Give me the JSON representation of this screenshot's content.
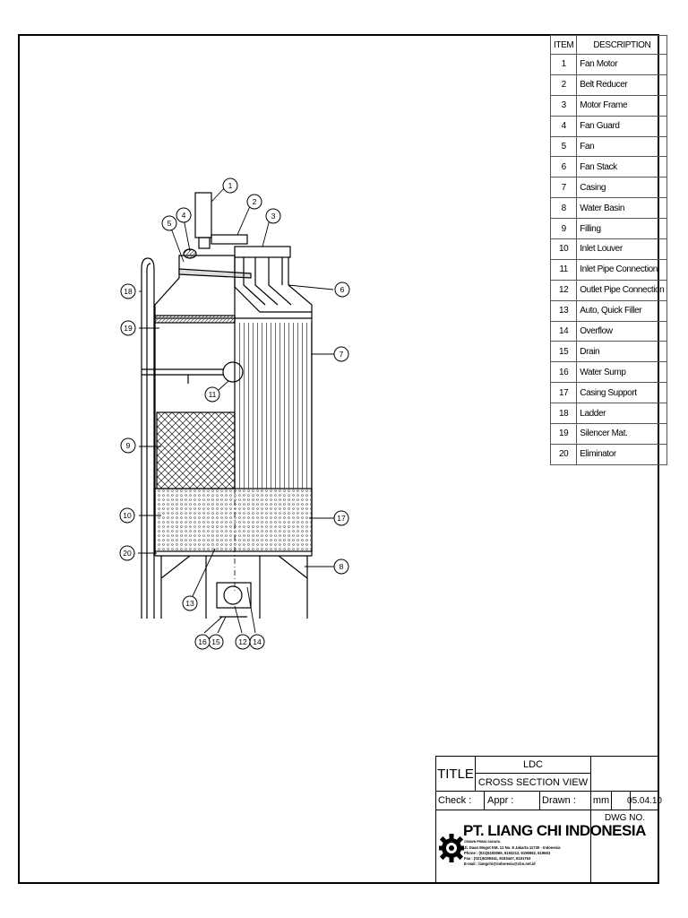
{
  "parts": {
    "header_item": "ITEM",
    "header_description": "DESCRIPTION",
    "rows": [
      {
        "no": "1",
        "desc": "Fan Motor"
      },
      {
        "no": "2",
        "desc": "Belt Reducer"
      },
      {
        "no": "3",
        "desc": "Motor Frame"
      },
      {
        "no": "4",
        "desc": "Fan Guard"
      },
      {
        "no": "5",
        "desc": "Fan"
      },
      {
        "no": "6",
        "desc": "Fan Stack"
      },
      {
        "no": "7",
        "desc": "Casing"
      },
      {
        "no": "8",
        "desc": "Water Basin"
      },
      {
        "no": "9",
        "desc": "Filling"
      },
      {
        "no": "10",
        "desc": "Inlet Louver"
      },
      {
        "no": "11",
        "desc": "Inlet Pipe Connection"
      },
      {
        "no": "12",
        "desc": "Outlet Pipe Connection"
      },
      {
        "no": "13",
        "desc": "Auto, Quick Filler"
      },
      {
        "no": "14",
        "desc": "Overflow"
      },
      {
        "no": "15",
        "desc": "Drain"
      },
      {
        "no": "16",
        "desc": "Water Sump"
      },
      {
        "no": "17",
        "desc": "Casing Support"
      },
      {
        "no": "18",
        "desc": "Ladder"
      },
      {
        "no": "19",
        "desc": "Silencer Mat."
      },
      {
        "no": "20",
        "desc": "Eliminator"
      }
    ]
  },
  "callouts": [
    "1",
    "2",
    "3",
    "4",
    "5",
    "6",
    "7",
    "8",
    "9",
    "10",
    "11",
    "12",
    "13",
    "14",
    "15",
    "16",
    "17",
    "18",
    "19",
    "20"
  ],
  "title_block": {
    "title_label": "TITLE",
    "title_line1": "LDC",
    "title_line2": "CROSS SECTION VIEW",
    "check_label": "Check :",
    "appr_label": "Appr :",
    "drawn_label": "Drawn :",
    "unit": "mm",
    "date": "05.04.10",
    "dwg_label": "DWG  NO.",
    "company_name": "PT. LIANG CHI INDONESIA",
    "company_lines": [
      "CRAWN PRIMA SANAYA",
      "Jl. Daan Mogot KM. 12 No. 8 Jakarta 11730 - Indonesia",
      "Phone : (021)6193069, 6193212, 6196962, 619663",
      "Fax   : (021)6195341, 6193447, 6191763",
      "E-mail : liangchi@indonesia@cbn.net.id"
    ]
  }
}
